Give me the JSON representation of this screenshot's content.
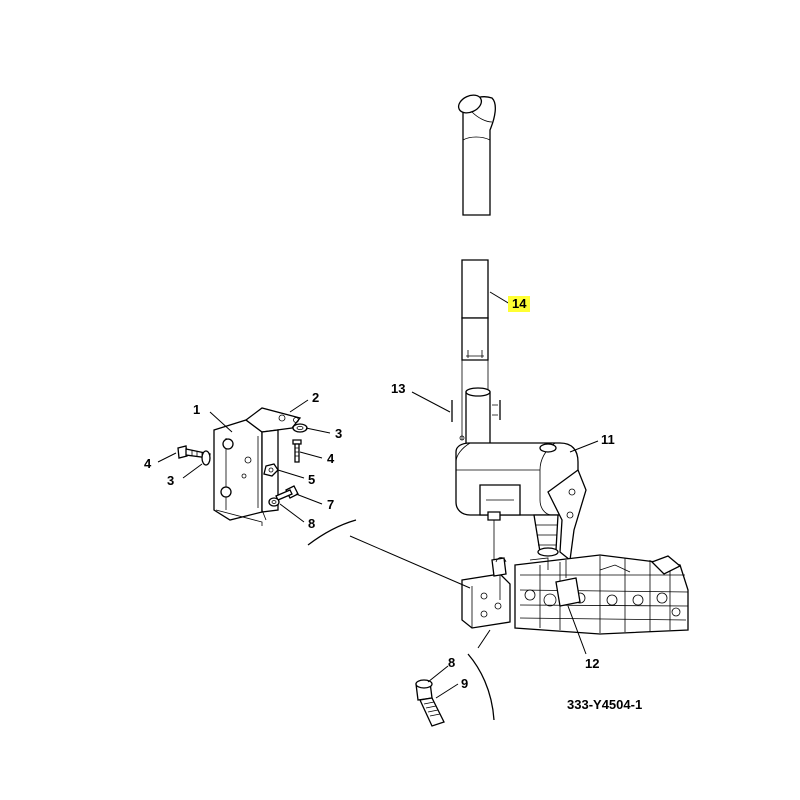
{
  "diagram": {
    "callouts": [
      {
        "id": "c1",
        "text": "1"
      },
      {
        "id": "c2",
        "text": "2"
      },
      {
        "id": "c3a",
        "text": "3"
      },
      {
        "id": "c3b",
        "text": "3"
      },
      {
        "id": "c4a",
        "text": "4"
      },
      {
        "id": "c4b",
        "text": "4"
      },
      {
        "id": "c5",
        "text": "5"
      },
      {
        "id": "c7",
        "text": "7"
      },
      {
        "id": "c8a",
        "text": "8"
      },
      {
        "id": "c8b",
        "text": "8"
      },
      {
        "id": "c9",
        "text": "9"
      },
      {
        "id": "c11",
        "text": "11"
      },
      {
        "id": "c12",
        "text": "12"
      },
      {
        "id": "c13",
        "text": "13"
      },
      {
        "id": "c14",
        "text": "14"
      }
    ],
    "highlighted_callout": "14",
    "highlight_color": "#ffff33",
    "document_id": "333-Y4504-1"
  }
}
